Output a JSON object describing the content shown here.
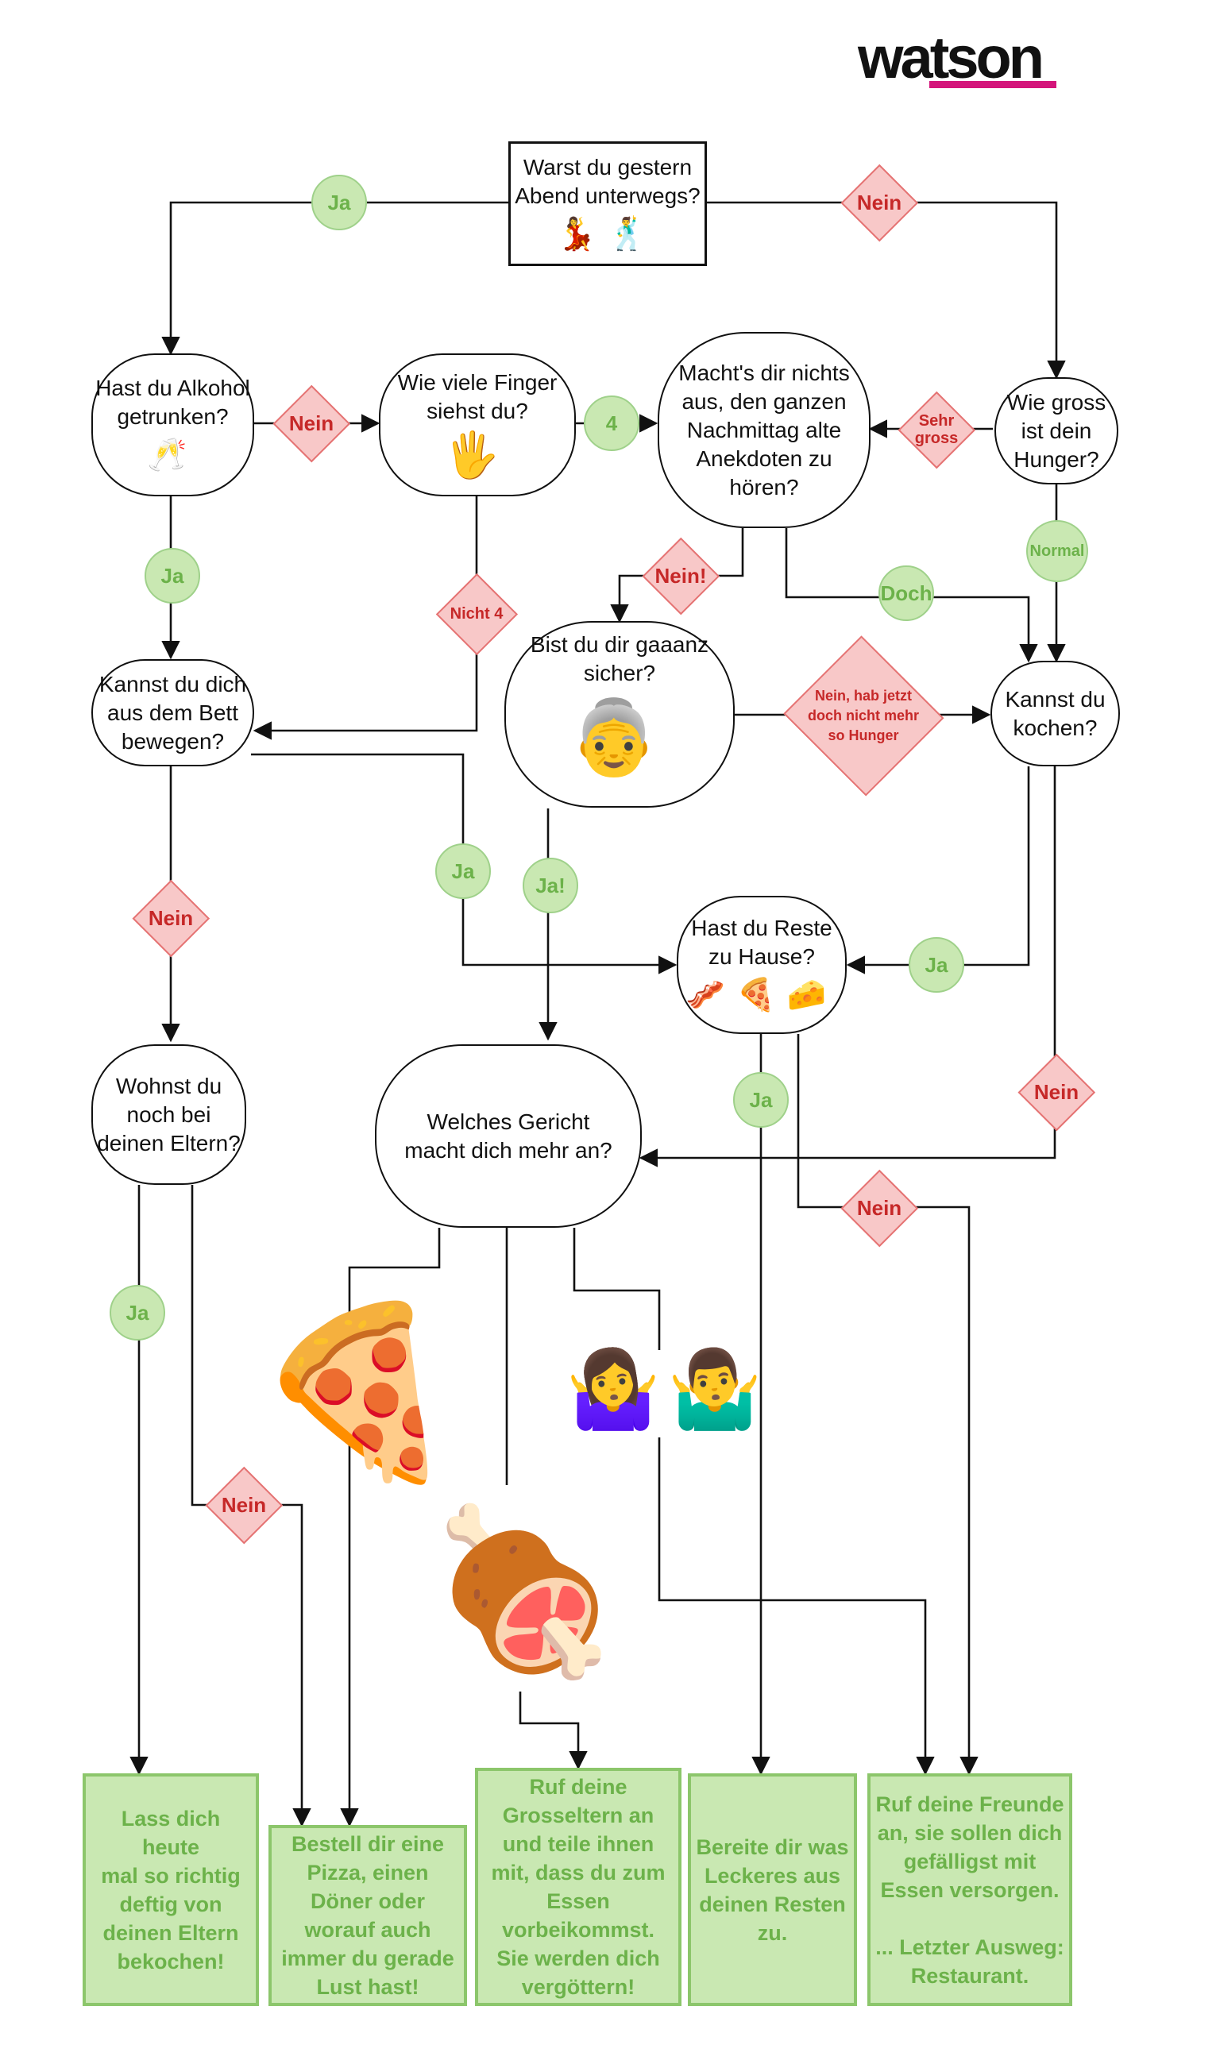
{
  "brand": {
    "logo": "watson",
    "accent": "#d4157b"
  },
  "nodes": {
    "start": {
      "text": "Warst du gestern\nAbend unterwegs?",
      "icons": "💃🕺"
    },
    "alcohol": {
      "text": "Hast du Alkohol\ngetrunken?",
      "icon": "🥂"
    },
    "fingers": {
      "text": "Wie viele Finger\nsiehst du?",
      "icon": "🖐"
    },
    "anecdotes": {
      "text": "Macht's dir nichts\naus, den ganzen\nNachmittag alte\nAnekdoten zu\nhören?"
    },
    "hunger": {
      "text": "Wie gross\nist dein\nHunger?"
    },
    "bed": {
      "text": "Kannst du dich\naus dem Bett\nbewegen?"
    },
    "sure": {
      "text": "Bist du dir gaaanz\nsicher?",
      "icon": "👵"
    },
    "cook": {
      "text": "Kannst du\nkochen?"
    },
    "leftovers": {
      "text": "Hast du Reste\nzu Hause?",
      "icons": "🥓🍕🧀"
    },
    "parents": {
      "text": "Wohnst du\nnoch bei\ndeinen Eltern?"
    },
    "dish": {
      "text": "Welches Gericht\nmacht dich mehr an?"
    }
  },
  "labels": {
    "ja": "Ja",
    "ja_bang": "Ja!",
    "nein": "Nein",
    "nein_bang": "Nein!",
    "vier": "4",
    "nicht4": "Nicht 4",
    "sehr_gross": "Sehr\ngross",
    "normal": "Normal",
    "doch": "Doch",
    "nein_hunger": "Nein, hab jetzt\ndoch nicht mehr\nso Hunger"
  },
  "pictures": {
    "pizza": "🍕",
    "roast": "🍖",
    "shrug_woman": "🤷‍♀️",
    "shrug_man": "🤷‍♂️"
  },
  "results": {
    "parents_cook": "Lass dich heute\nmal so richtig\ndeftig von\ndeinen Eltern\nbekochen!",
    "order": "Bestell dir eine\nPizza, einen\nDöner oder\nworauf auch\nimmer du gerade\nLust hast!",
    "grandparents": "Ruf deine\nGrosseltern an\nund teile ihnen\nmit, dass du zum\nEssen\nvorbeikommst.\nSie werden dich\nvergöttern!",
    "leftovers_cook": "Bereite dir was\nLeckeres aus\ndeinen Resten\nzu.",
    "friends": "Ruf deine Freunde\nan, sie sollen dich\ngefälligst mit\nEssen versorgen.\n\n... Letzter Ausweg:\nRestaurant."
  }
}
